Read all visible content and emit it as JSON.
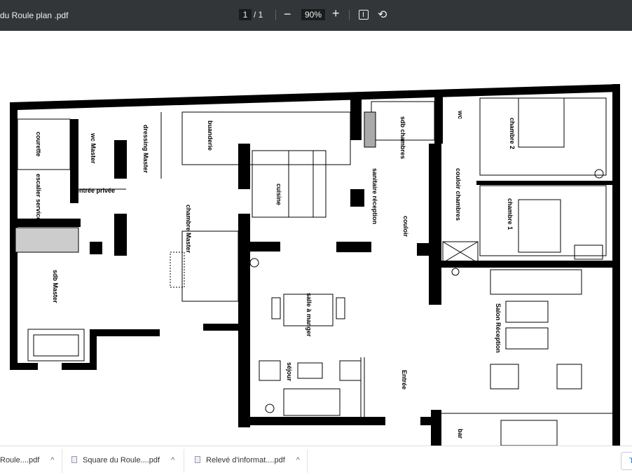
{
  "toolbar": {
    "title": "du Roule plan .pdf",
    "page_current": "1",
    "page_total": "/  1",
    "zoom_out": "−",
    "zoom": "90%",
    "zoom_in": "+",
    "fit_icon": "fit-page-icon",
    "rotate_icon": "rotate-icon",
    "rotate_glyph": "⟲"
  },
  "plan": {
    "rooms": {
      "courette": "courette",
      "escalier": "escalier service",
      "wc_master": "wc Master",
      "dressing": "dressing Master",
      "buanderie": "buanderie",
      "entree_privee": "entrée privée",
      "chambre_master": "chambre Master",
      "sdb_master": "sdb Master",
      "cuisine": "cuisine",
      "sdb_chambres": "sdb chambres",
      "sanitaire": "sanitaire réception",
      "wc": "wc",
      "chambre2": "chambre 2",
      "couloir_chambres": "couloir chambres",
      "chambre1": "chambre 1",
      "couloir": "couloir",
      "salle_manger": "salle à manger",
      "sejour": "séjour",
      "entree": "Entrée",
      "salon": "Salon Réception",
      "bar": "bar"
    }
  },
  "downloads": {
    "items": [
      {
        "name": "Roule....pdf"
      },
      {
        "name": "Square du Roule....pdf"
      },
      {
        "name": "Relevé d'informat....pdf"
      }
    ],
    "caret": "^",
    "show_all": "T"
  }
}
